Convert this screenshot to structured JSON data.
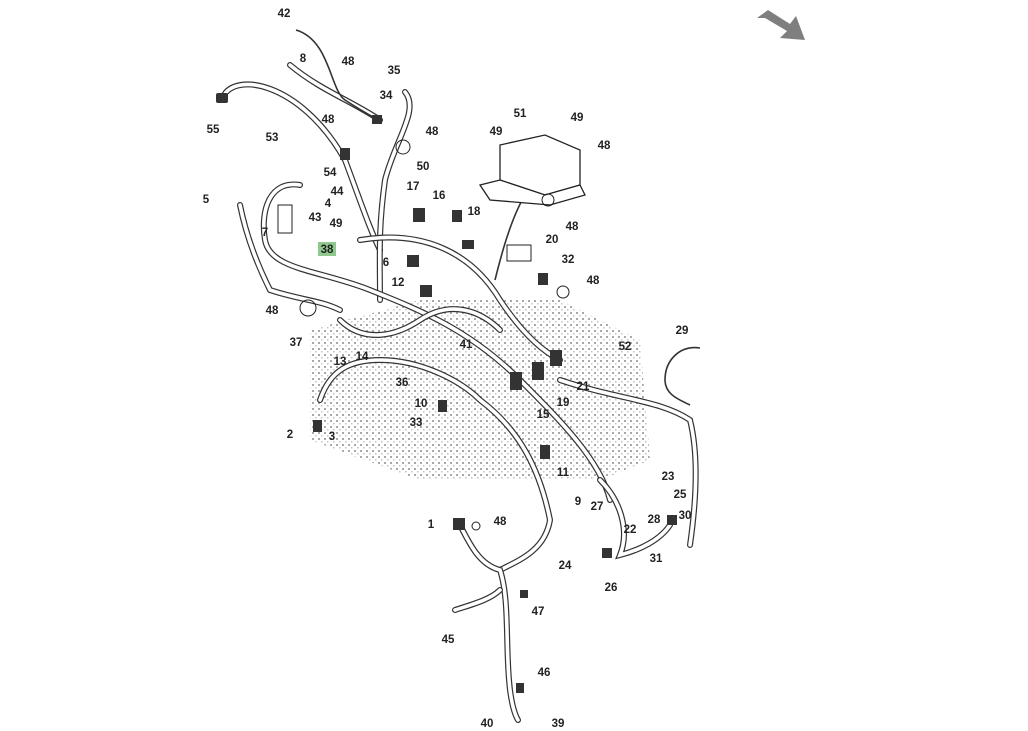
{
  "diagram": {
    "title_arrow": "direction-arrow",
    "highlight_color": "#8fc98f",
    "arrow_color": "#7f7f7f",
    "callouts": [
      "42",
      "8",
      "48",
      "35",
      "34",
      "55",
      "53",
      "48",
      "48",
      "54",
      "50",
      "44",
      "4",
      "5",
      "43",
      "7",
      "49",
      "38",
      "17",
      "16",
      "18",
      "51",
      "49",
      "49",
      "48",
      "48",
      "20",
      "32",
      "48",
      "6",
      "12",
      "48",
      "37",
      "41",
      "52",
      "29",
      "13",
      "14",
      "36",
      "21",
      "19",
      "15",
      "10",
      "33",
      "2",
      "3",
      "11",
      "23",
      "25",
      "9",
      "27",
      "28",
      "30",
      "22",
      "1",
      "48",
      "24",
      "31",
      "26",
      "47",
      "45",
      "46",
      "40",
      "39"
    ],
    "highlighted_callout": "38"
  }
}
